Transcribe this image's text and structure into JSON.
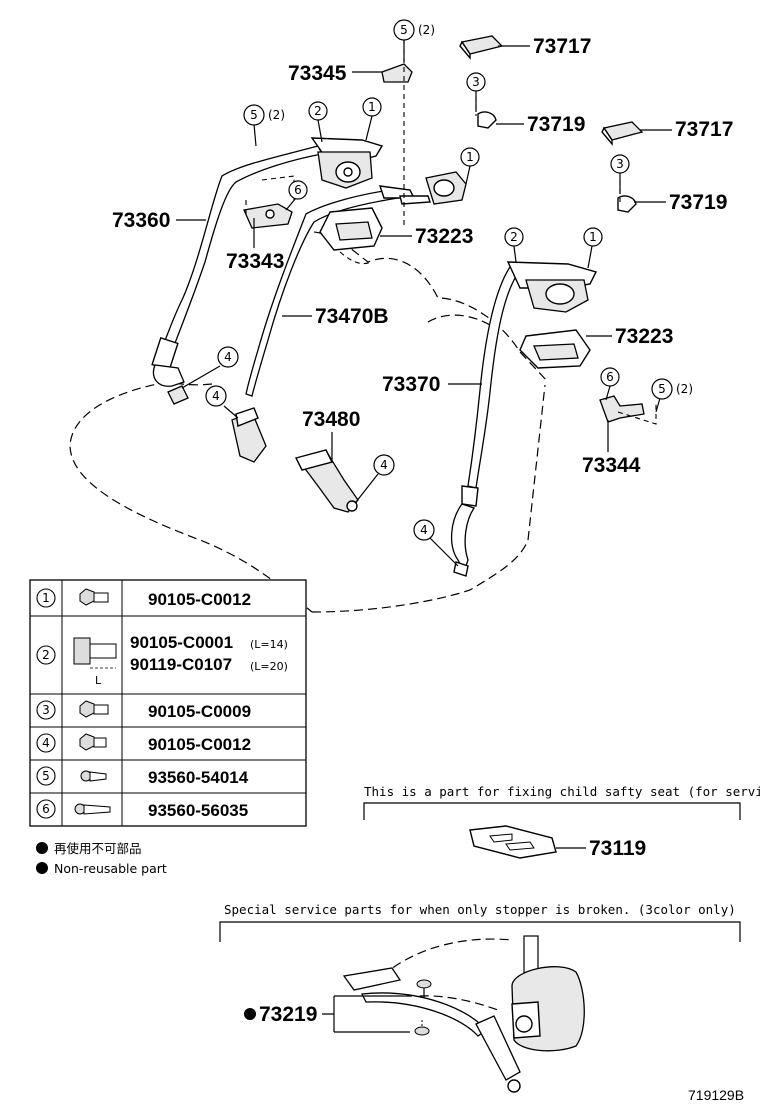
{
  "part_labels": {
    "p73717a": "73717",
    "p73345": "73345",
    "p73719a": "73719",
    "p73717b": "73717",
    "p73719b": "73719",
    "p73360": "73360",
    "p73343": "73343",
    "p73223a": "73223",
    "p73470b": "73470B",
    "p73223b": "73223",
    "p73370": "73370",
    "p73480": "73480",
    "p73344": "73344",
    "p73119": "73119",
    "p73219": "73219"
  },
  "callouts": {
    "n1": "1",
    "n2": "2",
    "n3": "3",
    "n4": "4",
    "n5": "5",
    "n6": "6",
    "qty2": "(2)"
  },
  "fastener_table": {
    "rows": [
      {
        "no": "1",
        "part": "90105-C0012"
      },
      {
        "no": "2",
        "part": "90105-C0001",
        "length": "(L=14)",
        "part2": "90119-C0107",
        "length2": "(L=20)",
        "dim": "L"
      },
      {
        "no": "3",
        "part": "90105-C0009"
      },
      {
        "no": "4",
        "part": "90105-C0012"
      },
      {
        "no": "5",
        "part": "93560-54014"
      },
      {
        "no": "6",
        "part": "93560-56035"
      }
    ]
  },
  "legend": {
    "jp": "再使用不可部品",
    "en": "Non-reusable part"
  },
  "notes": {
    "child_seat": "This is a part for fixing child safty seat (for service only)",
    "stopper": "Special service parts for when only stopper is broken. (3color only)"
  },
  "diagram_id": "719129B"
}
